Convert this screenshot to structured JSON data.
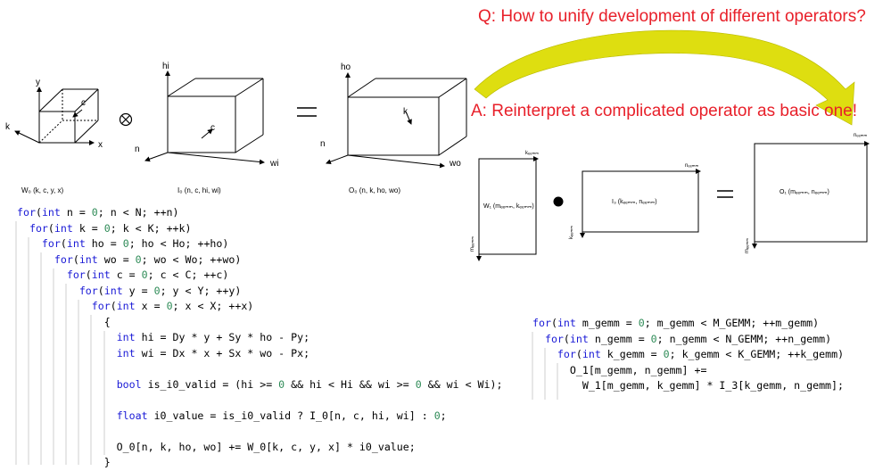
{
  "question": "Q: How to unify development of different operators?",
  "answer": "A: Reinterpret a complicated operator as basic one!",
  "conv_figure": {
    "w0_caption": "W₀ (k, c, y, x)",
    "i0_caption": "I₀ (n, c, hi, wi)",
    "o0_caption": "O₀ (n, k, ho, wo)",
    "w0_axes": {
      "y": "y",
      "x": "x",
      "k": "k",
      "c": "c"
    },
    "i0_axes": {
      "hi": "hi",
      "wi": "wi",
      "n": "n",
      "c": "c"
    },
    "o0_axes": {
      "ho": "ho",
      "wo": "wo",
      "n": "n",
      "k": "k"
    },
    "conv_symbol": "⊗",
    "equals_symbol": "="
  },
  "gemm_figure": {
    "w1_label": "W₁ (mₑₑₘₘ, kₑₑₘₘ)",
    "i3_label": "I₃ (kₑₑₘₘ, nₑₑₘₘ)",
    "o1_label": "O₁ (mₑₑₘₘ, nₑₑₘₘ)",
    "k_gemm_top": "kₑₑₘₘ",
    "m_gemm_left": "mₑₑₘₘ",
    "n_gemm_top": "nₑₑₘₘ",
    "k_gemm_left": "kₑₑₘₘ",
    "n_gemm_right": "nₑₑₘₘ",
    "m_gemm_right": "mₑₑₘₘ",
    "dot_symbol": "●",
    "equals_symbol": "="
  },
  "conv_code": [
    "for(int n = 0; n < N; ++n)",
    "  for(int k = 0; k < K; ++k)",
    "    for(int ho = 0; ho < Ho; ++ho)",
    "      for(int wo = 0; wo < Wo; ++wo)",
    "        for(int c = 0; c < C; ++c)",
    "          for(int y = 0; y < Y; ++y)",
    "            for(int x = 0; x < X; ++x)",
    "              {",
    "                int hi = Dy * y + Sy * ho - Py;",
    "                int wi = Dx * x + Sx * wo - Px;",
    "",
    "                bool is_i0_valid = (hi >= 0 && hi < Hi && wi >= 0 && wi < Wi);",
    "",
    "                float i0_value = is_i0_valid ? I_0[n, c, hi, wi] : 0;",
    "",
    "                O_0[n, k, ho, wo] += W_0[k, c, y, x] * i0_value;",
    "              }"
  ],
  "gemm_code": [
    "for(int m_gemm = 0; m_gemm < M_GEMM; ++m_gemm)",
    "  for(int n_gemm = 0; n_gemm < N_GEMM; ++n_gemm)",
    "    for(int k_gemm = 0; k_gemm < K_GEMM; ++k_gemm)",
    "      O_1[m_gemm, n_gemm] +=",
    "        W_1[m_gemm, k_gemm] * I_3[k_gemm, n_gemm];"
  ],
  "colors": {
    "question": "#e8202a",
    "arrow": "#dede10",
    "keyword": "#1a1ad6",
    "number": "#2e8b57"
  }
}
